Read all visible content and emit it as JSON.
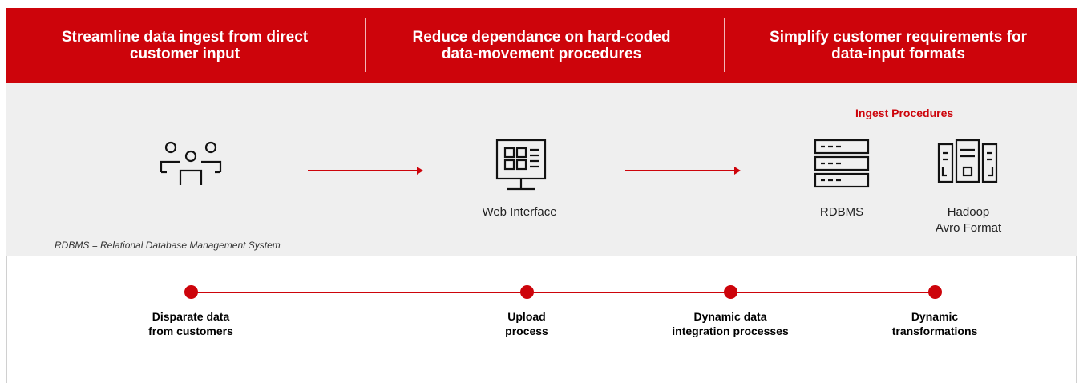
{
  "banner": {
    "col1": "Streamline data ingest from direct customer input",
    "col2": "Reduce dependance on hard-coded data-movement procedures",
    "col3": "Simplify customer requirements for data-input formats"
  },
  "flow": {
    "ingest_title": "Ingest Procedures",
    "web_interface": "Web Interface",
    "rdbms": "RDBMS",
    "hadoop_line1": "Hadoop",
    "hadoop_line2": "Avro Format",
    "note": "RDBMS = Relational Database Management System"
  },
  "steps": [
    {
      "line1": "Disparate data",
      "line2": "from customers"
    },
    {
      "line1": "Upload",
      "line2": "process"
    },
    {
      "line1": "Dynamic data",
      "line2": "integration processes"
    },
    {
      "line1": "Dynamic",
      "line2": "transformations"
    }
  ],
  "colors": {
    "accent": "#cd040b",
    "panel": "#efefef"
  },
  "icons": [
    "people-group-icon",
    "web-interface-monitor-icon",
    "server-rack-icon",
    "hadoop-files-icon"
  ]
}
